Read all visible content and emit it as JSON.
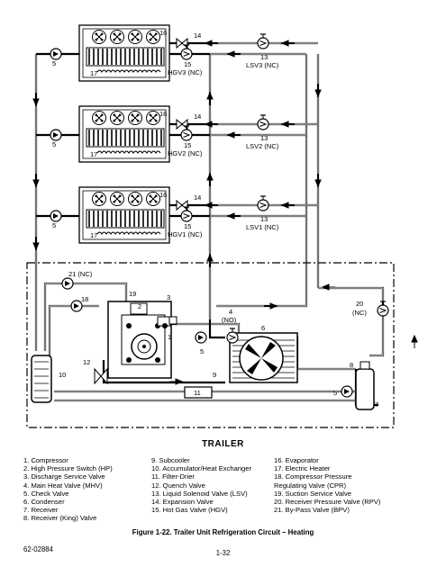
{
  "units": [
    {
      "n16": "16",
      "n14": "14",
      "n5": "5",
      "n17": "17",
      "n15": "15",
      "hgv": "HGV3 (NC)",
      "n13": "13",
      "lsv": "LSV3 (NC)"
    },
    {
      "n16": "16",
      "n14": "14",
      "n5": "5",
      "n17": "17",
      "n15": "15",
      "hgv": "HGV2 (NC)",
      "n13": "13",
      "lsv": "LSV2 (NC)"
    },
    {
      "n16": "16",
      "n14": "14",
      "n5": "5",
      "n17": "17",
      "n15": "15",
      "hgv": "HGV1 (NC)",
      "n13": "13",
      "lsv": "LSV1 (NC)"
    }
  ],
  "lower_labels": {
    "l21": "21 (NC)",
    "l18": "18",
    "l19": "19",
    "l3": "3",
    "l2": "2",
    "l1": "1",
    "l4": "4",
    "l4nc": "(NO)",
    "l5a": "5",
    "l6": "6",
    "l9": "9",
    "l12": "12",
    "l10": "10",
    "l11": "11",
    "l20": "20",
    "l20nc": "(NC)",
    "l8": "8",
    "l5b": "5",
    "l7": "7"
  },
  "title": "TRAILER",
  "legend": [
    [
      "1. Compressor",
      "2. High Pressure Switch (HP)",
      "3. Discharge Service Valve",
      "4. Main Heat Valve (MHV)",
      "5. Check Valve",
      "6. Condenser",
      "7. Receiver",
      "8. Receiver (King) Valve"
    ],
    [
      "9. Subcooler",
      "10. Accumulator/Heat Exchanger",
      "11. Filter-Drier",
      "12. Quench Valve",
      "13. Liquid Solenoid Valve (LSV)",
      "14. Expansion Valve",
      "15. Hot Gas Valve (HGV)"
    ],
    [
      "16. Evaporator",
      "17. Electric Heater",
      "18. Compressor Pressure",
      "    Regulating Valve (CPR)",
      "19. Suction Service Valve",
      "20. Receiver Pressure Valve (RPV)",
      "21. By-Pass Valve (BPV)"
    ]
  ],
  "caption": "Figure 1-22. Trailer Unit Refrigeration Circuit – Heating",
  "doc_number": "62-02884",
  "page_number": "1-32"
}
